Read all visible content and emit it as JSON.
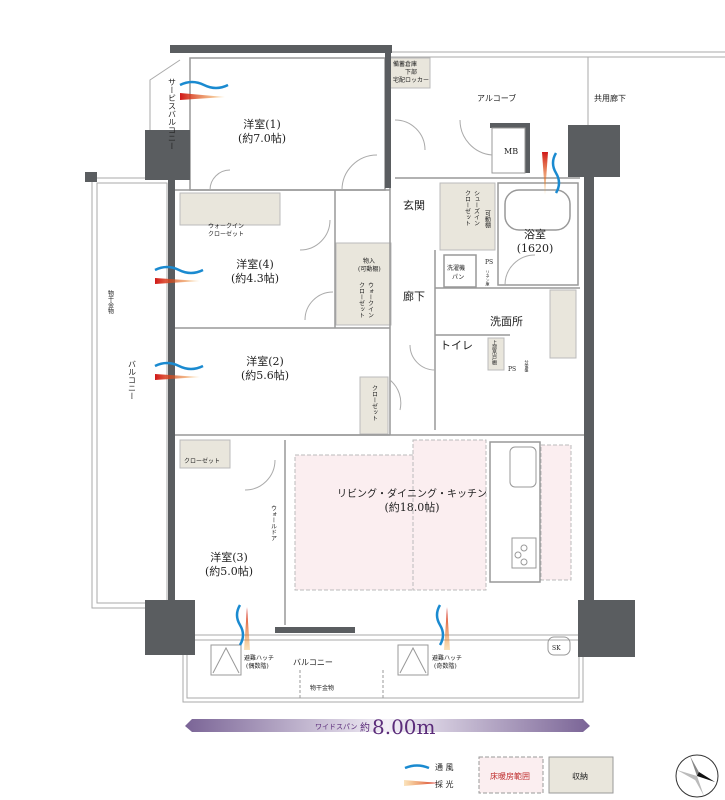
{
  "colors": {
    "wall": "#5a5d60",
    "storage": "#e9e6dc",
    "floor_heating": "#fbeef0",
    "span_arrow": "#7a6496",
    "span_text": "#5b2c7a",
    "wind": "#1a8ad0",
    "light": "#d01818"
  },
  "rooms": {
    "bedroom1": {
      "name": "洋室(1)",
      "size": "(約7.0帖)"
    },
    "bedroom2": {
      "name": "洋室(2)",
      "size": "(約5.6帖)"
    },
    "bedroom3": {
      "name": "洋室(3)",
      "size": "(約5.0帖)"
    },
    "bedroom4": {
      "name": "洋室(4)",
      "size": "(約4.3帖)"
    },
    "ldk": {
      "name": "リビング・ダイニング・キッチン",
      "size": "(約18.0帖)"
    },
    "bath": {
      "name": "浴室",
      "size": "(1620)"
    },
    "entrance": "玄関",
    "corridor": "廊下",
    "washroom": "洗面所",
    "toilet": "トイレ",
    "alcove": "アルコーブ",
    "common_corridor": "共用廊下",
    "mb": "MB",
    "ps1": "PS",
    "ps2": "PS",
    "sk": "SK"
  },
  "storage": {
    "reserve": "備蓄倉庫",
    "reserve_sub1": "下部",
    "reserve_sub2": "宅配ロッカー",
    "wic1": "ウォークイン",
    "wic1b": "クローゼット",
    "wic2a": "ウォークイン",
    "wic2b": "クローゼット",
    "closet2": "クローゼット",
    "closet3": "クローゼット",
    "storeroom": "物入",
    "storeroom_sub": "(可動棚)",
    "shoe1": "可動棚",
    "shoe2": "シューズイン",
    "shoe3": "クローゼット",
    "washer1": "洗濯機",
    "washer2": "パン",
    "toilet_shelf": "上部吊戸棚",
    "linen": "リネン庫",
    "fuse": "分電盤"
  },
  "balconies": {
    "service": "サービスバルコニー",
    "west": "バルコニー",
    "west_hanger": "物干金物",
    "south": "バルコニー",
    "south_hanger": "物干金物",
    "hatch_even1": "避難ハッチ",
    "hatch_even2": "(偶数階)",
    "hatch_odd1": "避難ハッチ",
    "hatch_odd2": "(奇数階)"
  },
  "wall_door": "ウォールドア",
  "span": {
    "label": "ワイドスパン",
    "approx": "約",
    "value": "8.00m"
  },
  "legend": {
    "wind": "通 風",
    "light": "採 光",
    "floor_heating": "床暖房範囲",
    "storage": "収納"
  },
  "icons": [
    "wind-icon",
    "light-icon",
    "compass-icon"
  ]
}
